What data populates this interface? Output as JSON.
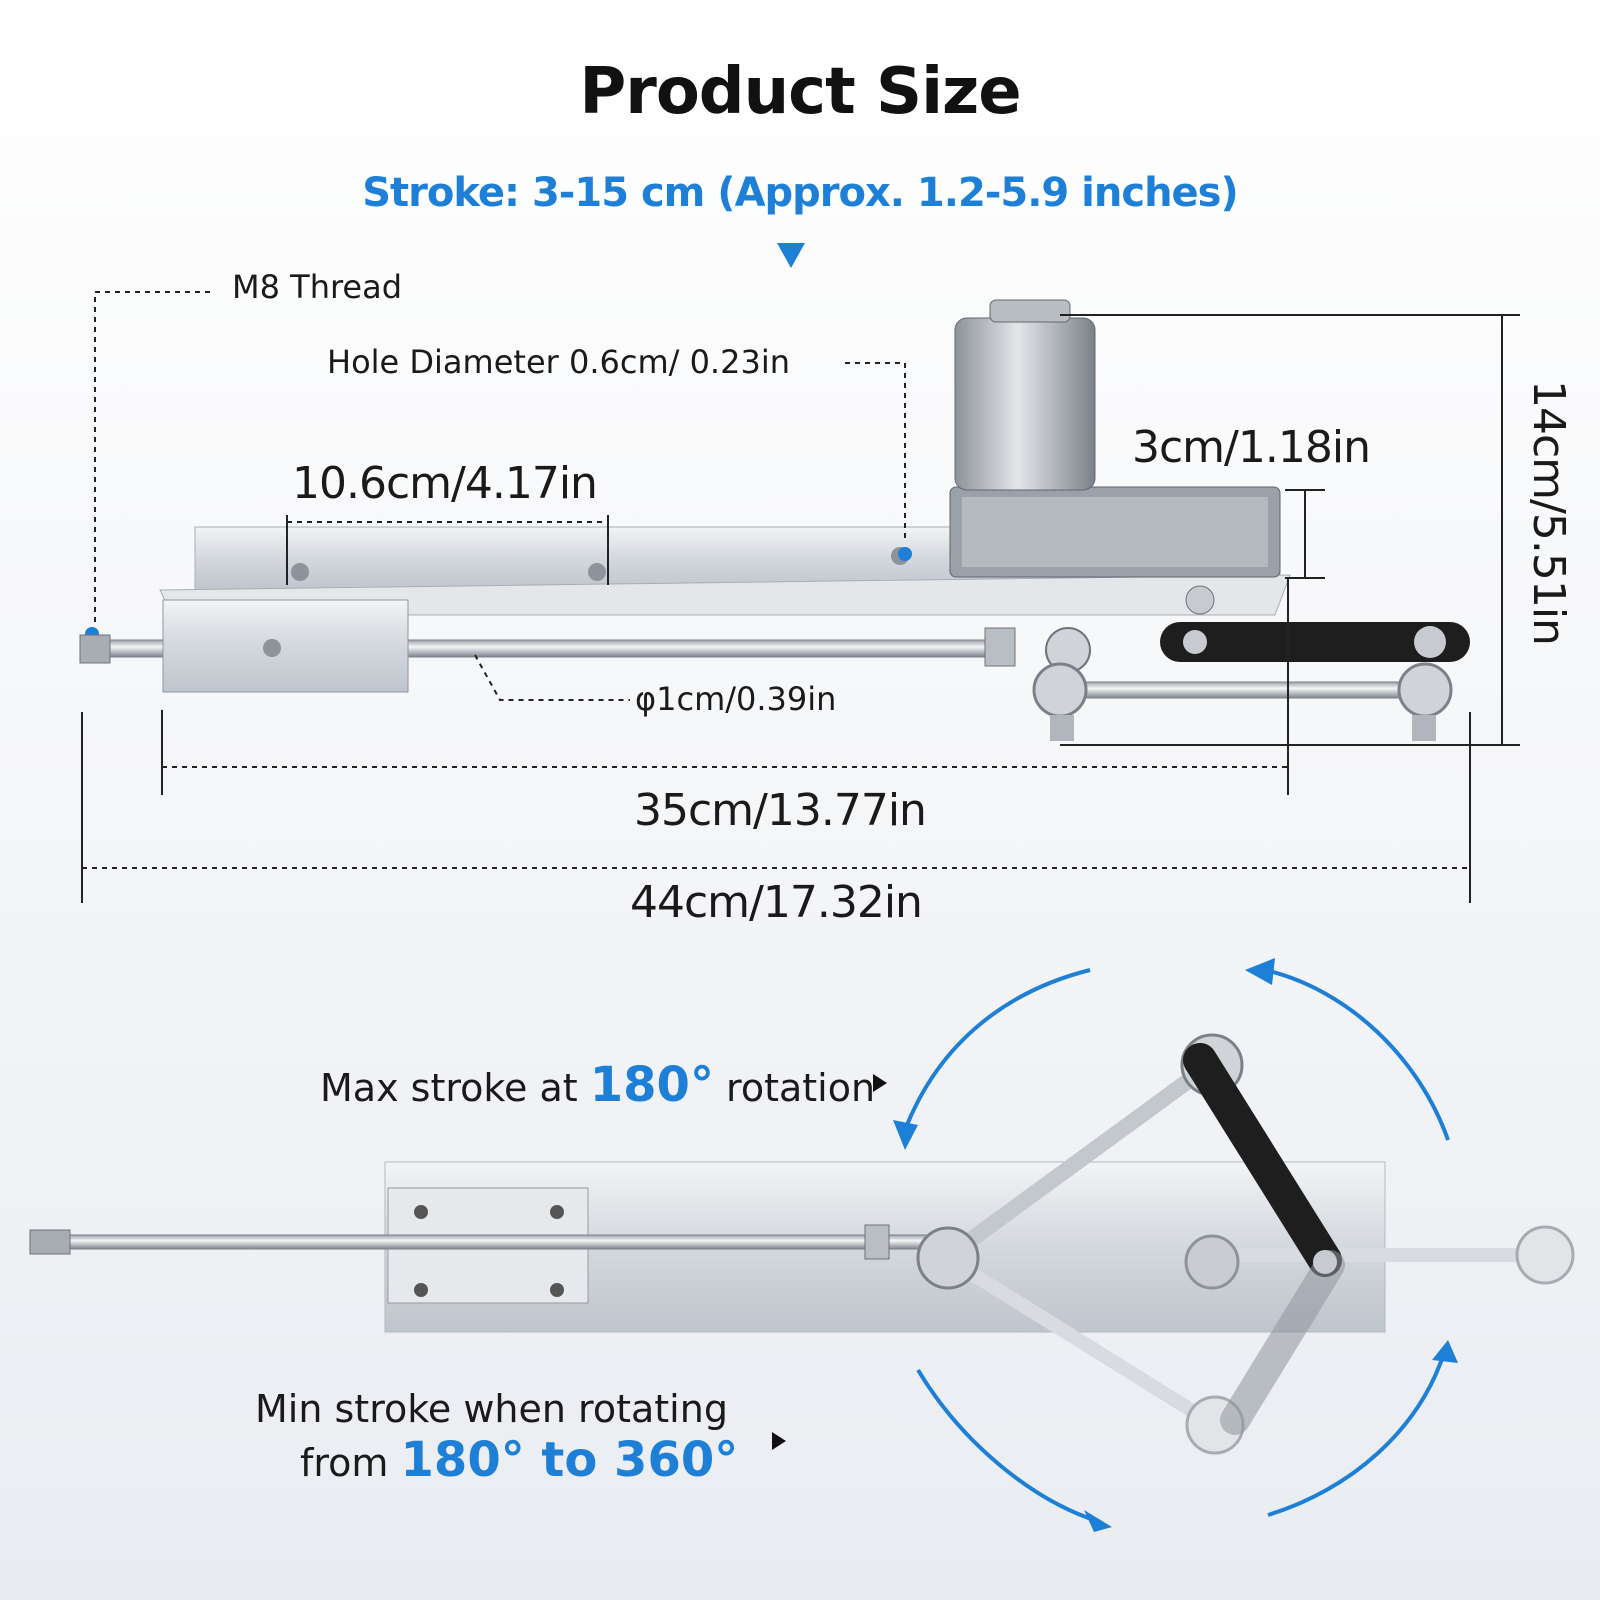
{
  "title": "Product Size",
  "stroke_text": "Stroke: 3-15 cm (Approx. 1.2-5.9 inches)",
  "labels": {
    "m8_thread": "M8 Thread",
    "hole_diameter": "Hole Diameter 0.6cm/ 0.23in",
    "hole_spacing": "10.6cm/4.17in",
    "arm_offset": "3cm/1.18in",
    "height": "14cm/5.51in",
    "rod_diameter": "φ1cm/0.39in",
    "inner_length": "35cm/13.77in",
    "total_length": "44cm/17.32in"
  },
  "max_stroke": {
    "prefix": "Max stroke at ",
    "value": "180°",
    "suffix": " rotation"
  },
  "min_stroke": {
    "line1": "Min stroke when rotating",
    "prefix": "from ",
    "value": "180° to 360°"
  },
  "colors": {
    "accent": "#1d7fd6",
    "text": "#1a1a1a",
    "aluminium": "#d9dde2",
    "belt": "#1e1e1e"
  },
  "icons": [
    "stroke-arrow-down-icon",
    "pointer-triangle-icon",
    "rotation-arrow-icon"
  ]
}
